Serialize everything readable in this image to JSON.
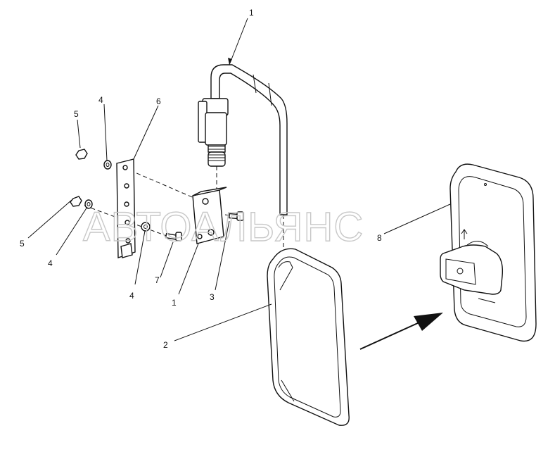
{
  "watermark": "АВТОАЛЬЯНС",
  "callouts": [
    {
      "id": "c1a",
      "text": "1"
    },
    {
      "id": "c4a",
      "text": "4"
    },
    {
      "id": "c6",
      "text": "6"
    },
    {
      "id": "c5a",
      "text": "5"
    },
    {
      "id": "c5b",
      "text": "5"
    },
    {
      "id": "c4b",
      "text": "4"
    },
    {
      "id": "c7",
      "text": "7"
    },
    {
      "id": "c4c",
      "text": "4"
    },
    {
      "id": "c1b",
      "text": "1"
    },
    {
      "id": "c3",
      "text": "3"
    },
    {
      "id": "c2",
      "text": "2"
    },
    {
      "id": "c8",
      "text": "8"
    }
  ]
}
